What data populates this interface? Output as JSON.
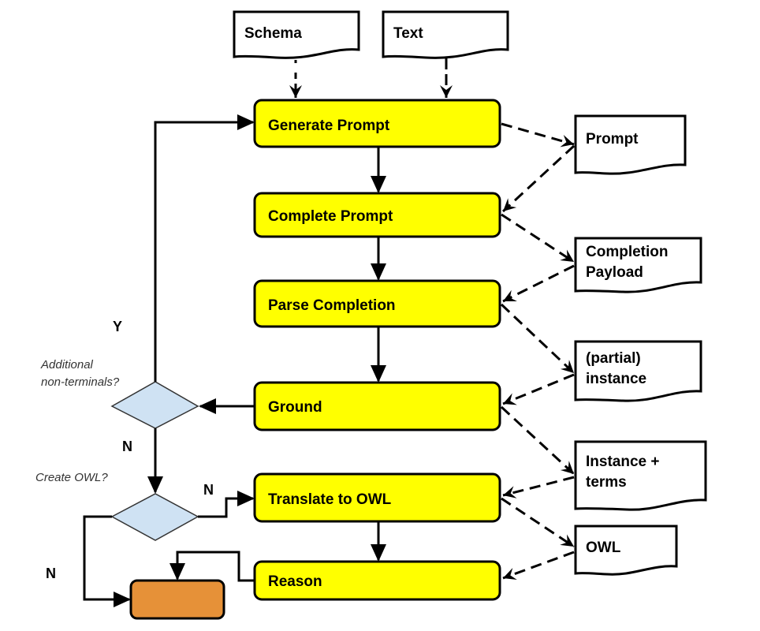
{
  "process_steps": [
    {
      "id": "generate",
      "label": "Generate Prompt"
    },
    {
      "id": "complete",
      "label": "Complete Prompt"
    },
    {
      "id": "parse",
      "label": "Parse Completion"
    },
    {
      "id": "ground",
      "label": "Ground"
    },
    {
      "id": "translate",
      "label": "Translate to OWL"
    },
    {
      "id": "reason",
      "label": "Reason"
    }
  ],
  "inputs": [
    {
      "id": "schema",
      "label": "Schema"
    },
    {
      "id": "text",
      "label": "Text"
    }
  ],
  "artifacts": [
    {
      "id": "prompt",
      "lines": [
        "Prompt"
      ]
    },
    {
      "id": "completion",
      "lines": [
        "Completion",
        "Payload"
      ]
    },
    {
      "id": "partial",
      "lines": [
        "(partial)",
        "instance"
      ]
    },
    {
      "id": "instance",
      "lines": [
        "Instance +",
        "terms"
      ]
    },
    {
      "id": "owl",
      "lines": [
        "OWL"
      ]
    }
  ],
  "decisions": [
    {
      "id": "nonterminals",
      "question_lines": [
        "Additional",
        "non-terminals?"
      ],
      "yes_label": "Y",
      "no_label": "N"
    },
    {
      "id": "create_owl",
      "question_lines": [
        "Create OWL?"
      ],
      "branch_label_right": "N",
      "branch_label_left": "N"
    }
  ],
  "colors": {
    "step_fill": "#ffff00",
    "decision_fill": "#cfe2f3",
    "terminal_fill": "#e69138",
    "stroke": "#000000"
  }
}
